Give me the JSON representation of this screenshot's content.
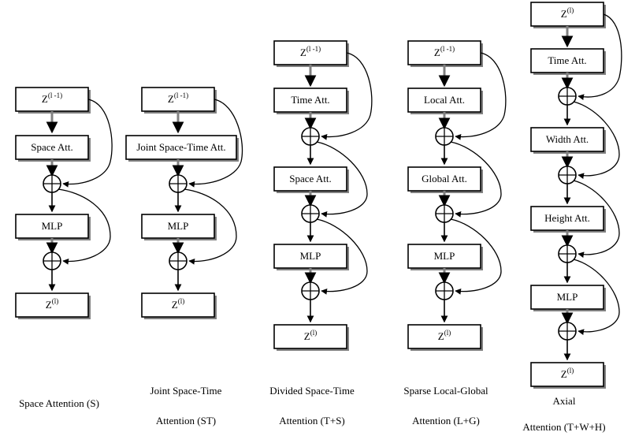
{
  "figure": {
    "background": "#ffffff",
    "line_color": "#808080",
    "edge_color": "#000000",
    "columns": [
      {
        "id": "space-attention",
        "caption_line1": "Space Attention (S)",
        "caption_line2": "",
        "input_label": "Z",
        "input_sup": "(l -1)",
        "output_label": "Z",
        "output_sup": "(l)",
        "blocks": [
          "Space Att.",
          "MLP"
        ],
        "adders": 2
      },
      {
        "id": "joint-space-time-attention",
        "caption_line1": "Joint Space-Time",
        "caption_line2": "Attention (ST)",
        "input_label": "Z",
        "input_sup": "(l -1)",
        "output_label": "Z",
        "output_sup": "(l)",
        "blocks": [
          "Joint Space-Time Att.",
          "MLP"
        ],
        "adders": 2
      },
      {
        "id": "divided-space-time-attention",
        "caption_line1": "Divided Space-Time",
        "caption_line2": "Attention (T+S)",
        "input_label": "Z",
        "input_sup": "(l -1)",
        "output_label": "Z",
        "output_sup": "(l)",
        "blocks": [
          "Time Att.",
          "Space Att.",
          "MLP"
        ],
        "adders": 3
      },
      {
        "id": "sparse-local-global-attention",
        "caption_line1": "Sparse Local-Global",
        "caption_line2": "Attention (L+G)",
        "input_label": "Z",
        "input_sup": "(l -1)",
        "output_label": "Z",
        "output_sup": "(l)",
        "blocks": [
          "Local Att.",
          "Global Att.",
          "MLP"
        ],
        "adders": 3
      },
      {
        "id": "axial-attention",
        "caption_line1": "Axial",
        "caption_line2": "Attention (T+W+H)",
        "input_label": "Z",
        "input_sup": "(l)",
        "output_label": "Z",
        "output_sup": "(l)",
        "blocks": [
          "Time Att.",
          "Width Att.",
          "Height Att.",
          "MLP"
        ],
        "adders": 4
      }
    ]
  }
}
